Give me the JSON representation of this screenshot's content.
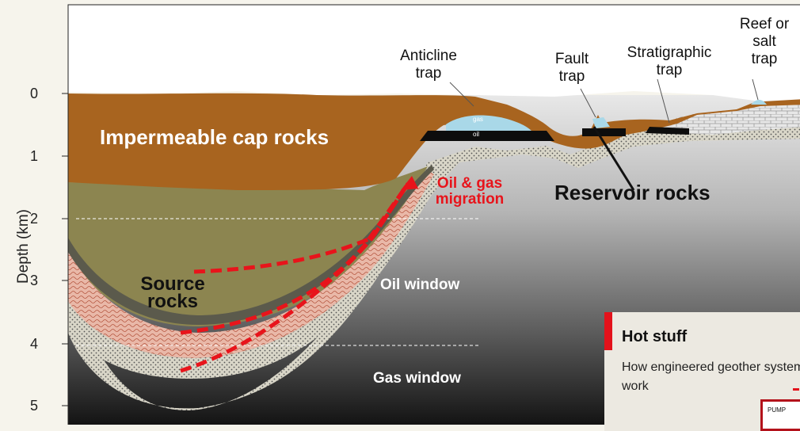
{
  "axis": {
    "title": "Depth (km)",
    "ticks": [
      "0",
      "1",
      "2",
      "3",
      "4",
      "5"
    ]
  },
  "layers": {
    "cap_rocks": "Impermeable cap rocks",
    "reservoir_rocks": "Reservoir rocks",
    "source_rocks": "Source\nrocks"
  },
  "traps": {
    "anticline": "Anticline\ntrap",
    "fault": "Fault\ntrap",
    "stratigraphic": "Stratigraphic\ntrap",
    "reef": "Reef or\nsalt\ntrap"
  },
  "small_labels": {
    "gas": "gas",
    "oil": "oil"
  },
  "migration": "Oil & gas\nmigration",
  "windows": {
    "oil": "Oil window",
    "gas": "Gas window"
  },
  "inset": {
    "title": "Hot stuff",
    "subtitle": "How engineered geother systems work",
    "box_label": "PUMP"
  },
  "colors": {
    "cap": "#a8641f",
    "source": "#8c8550",
    "migration": "#e8141b",
    "inset_accent": "#e3121b"
  }
}
